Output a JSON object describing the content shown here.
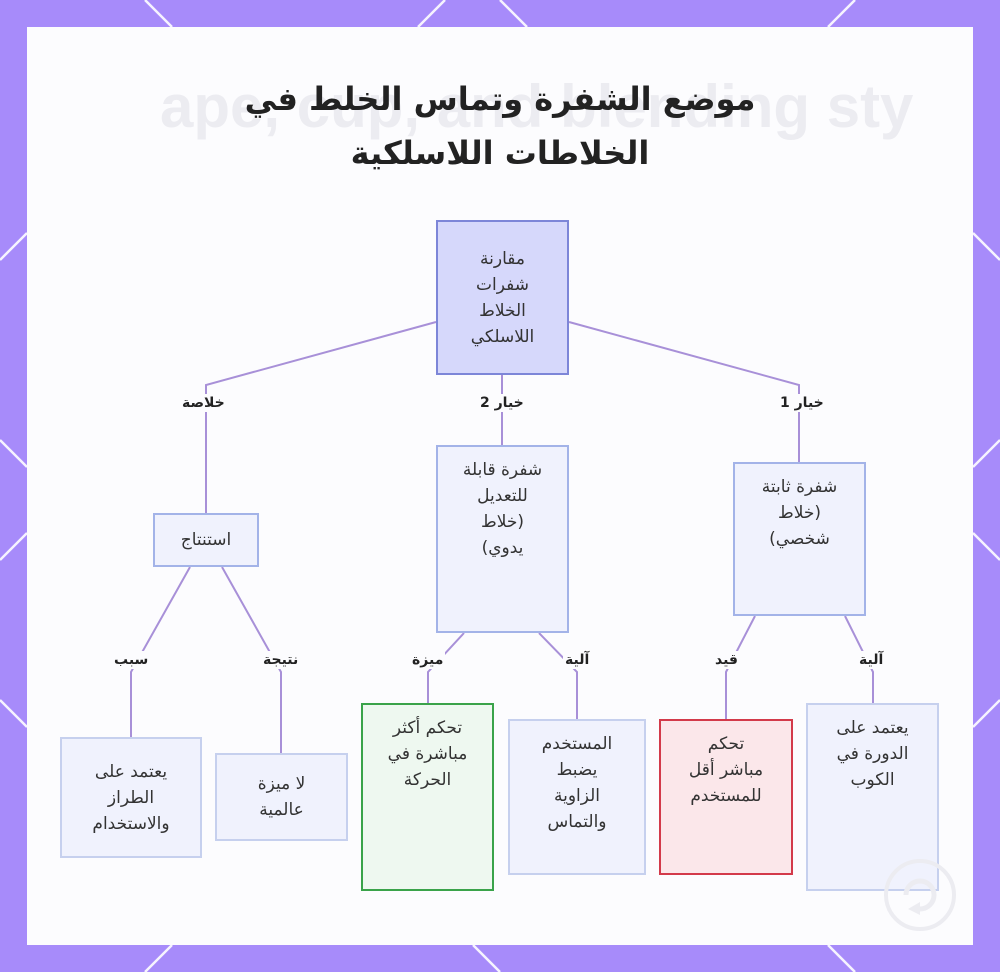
{
  "title": {
    "line1": "موضع الشفرة وتماس الخلط في",
    "line2": "الخلاطات اللاسلكية"
  },
  "watermark": "ape, cup, and blending sty",
  "colors": {
    "frame": "#a78bfa",
    "edge": "#a890d8",
    "root_fill": "#d6d8fb",
    "root_border": "#7d86d8",
    "node_fill": "#f0f2fd",
    "node_border": "#a3b3e8",
    "cons_fill": "#fbe7ea",
    "cons_border": "#d33a4a",
    "pro_fill": "#eef8f0",
    "pro_border": "#3aa34a"
  },
  "nodes": {
    "root": "مقارنة\nشفرات\nالخلاط\nاللاسلكي",
    "fixed": "شفرة ثابتة\n(خلاط\nشخصي)",
    "adjustable": "شفرة قابلة\nللتعديل\n(خلاط\nيدوي)",
    "conclusion": "استنتاج",
    "fixed_mech": "يعتمد على\nالدورة في\nالكوب",
    "fixed_limit": "تحكم\nمباشر أقل\nللمستخدم",
    "adj_mech": "المستخدم\nيضبط\nالزاوية\nوالتماس",
    "adj_adv": "تحكم أكثر\nمباشرة في\nالحركة",
    "result": "لا ميزة\nعالمية",
    "reason": "يعتمد على\nالطراز\nوالاستخدام"
  },
  "edge_labels": {
    "option1": "خيار 1",
    "option2": "خيار 2",
    "summary": "خلاصة",
    "mechanism": "آلية",
    "limitation": "قيد",
    "mechanism2": "آلية",
    "advantage": "ميزة",
    "result": "نتيجة",
    "reason": "سبب"
  }
}
